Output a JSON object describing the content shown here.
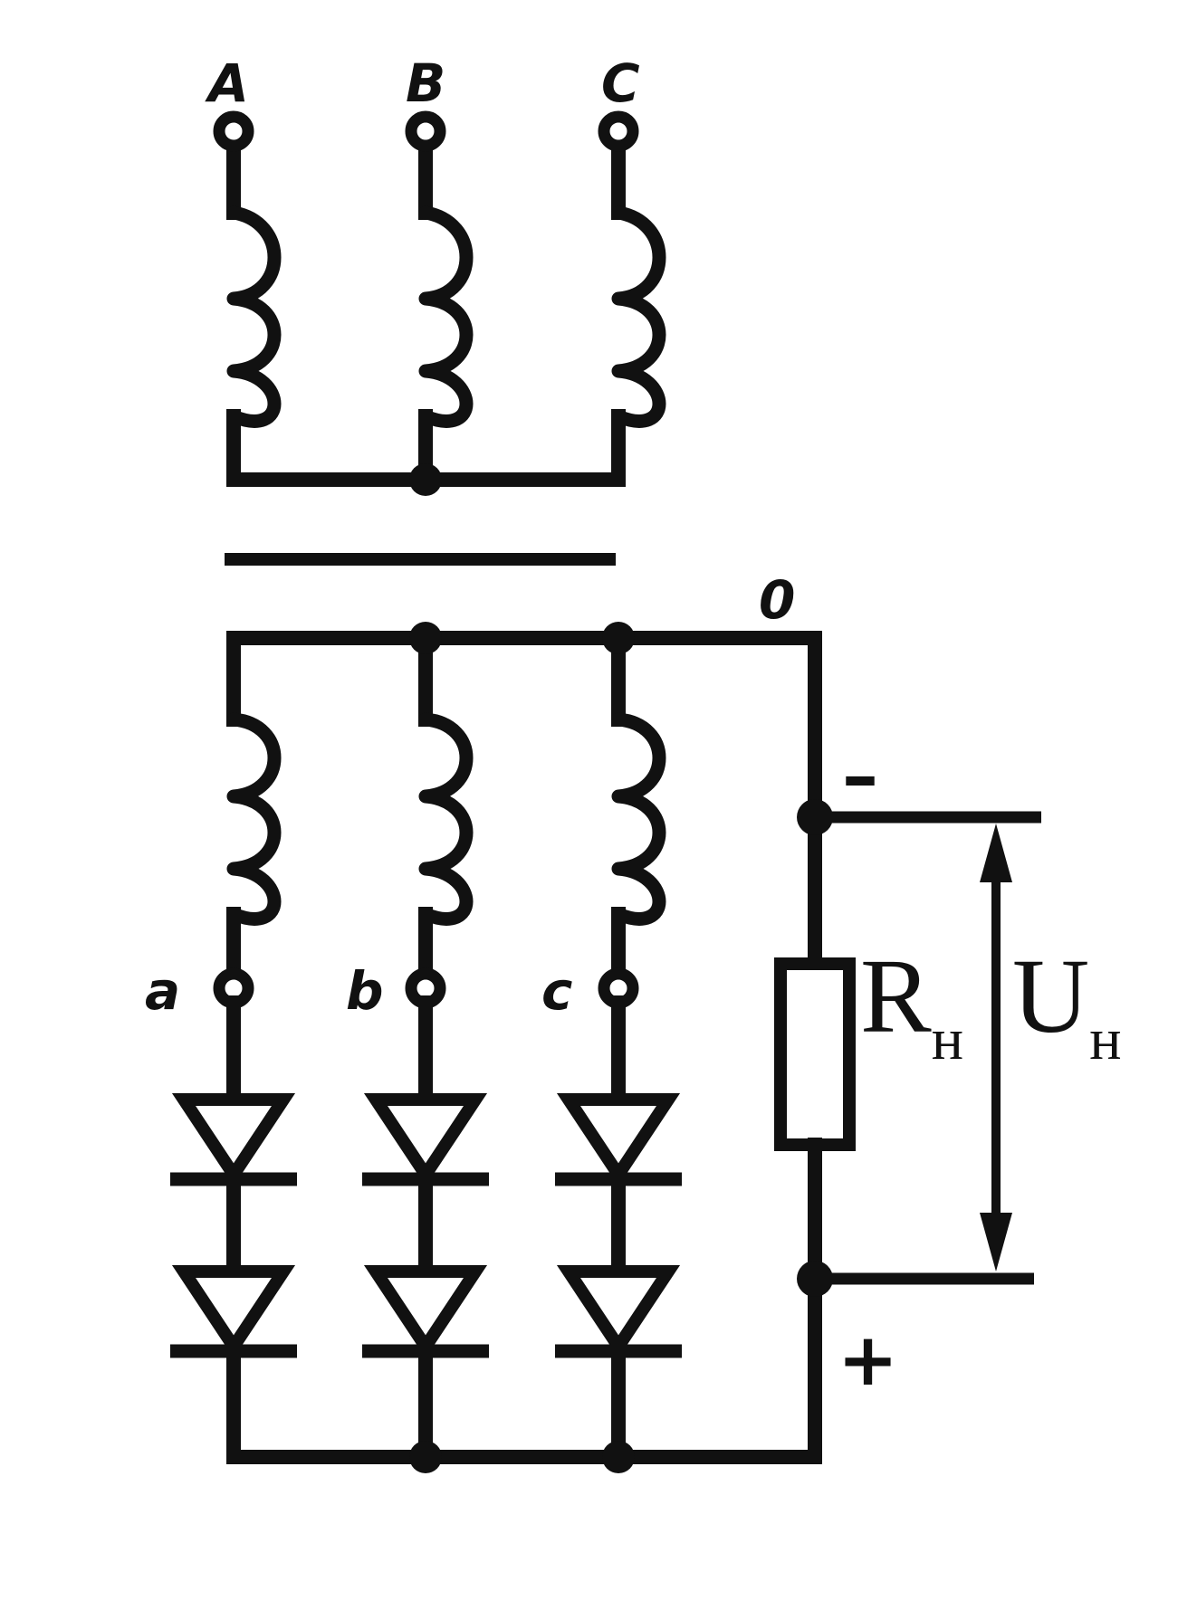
{
  "primary_terminals": [
    "A",
    "B",
    "C"
  ],
  "secondary_terminals": [
    "a",
    "b",
    "c"
  ],
  "neutral_label": "0",
  "polarity": {
    "minus": "–",
    "plus": "+"
  },
  "load_resistor": {
    "symbol": "R",
    "subscript": "н"
  },
  "load_voltage": {
    "symbol": "U",
    "subscript": "н"
  }
}
